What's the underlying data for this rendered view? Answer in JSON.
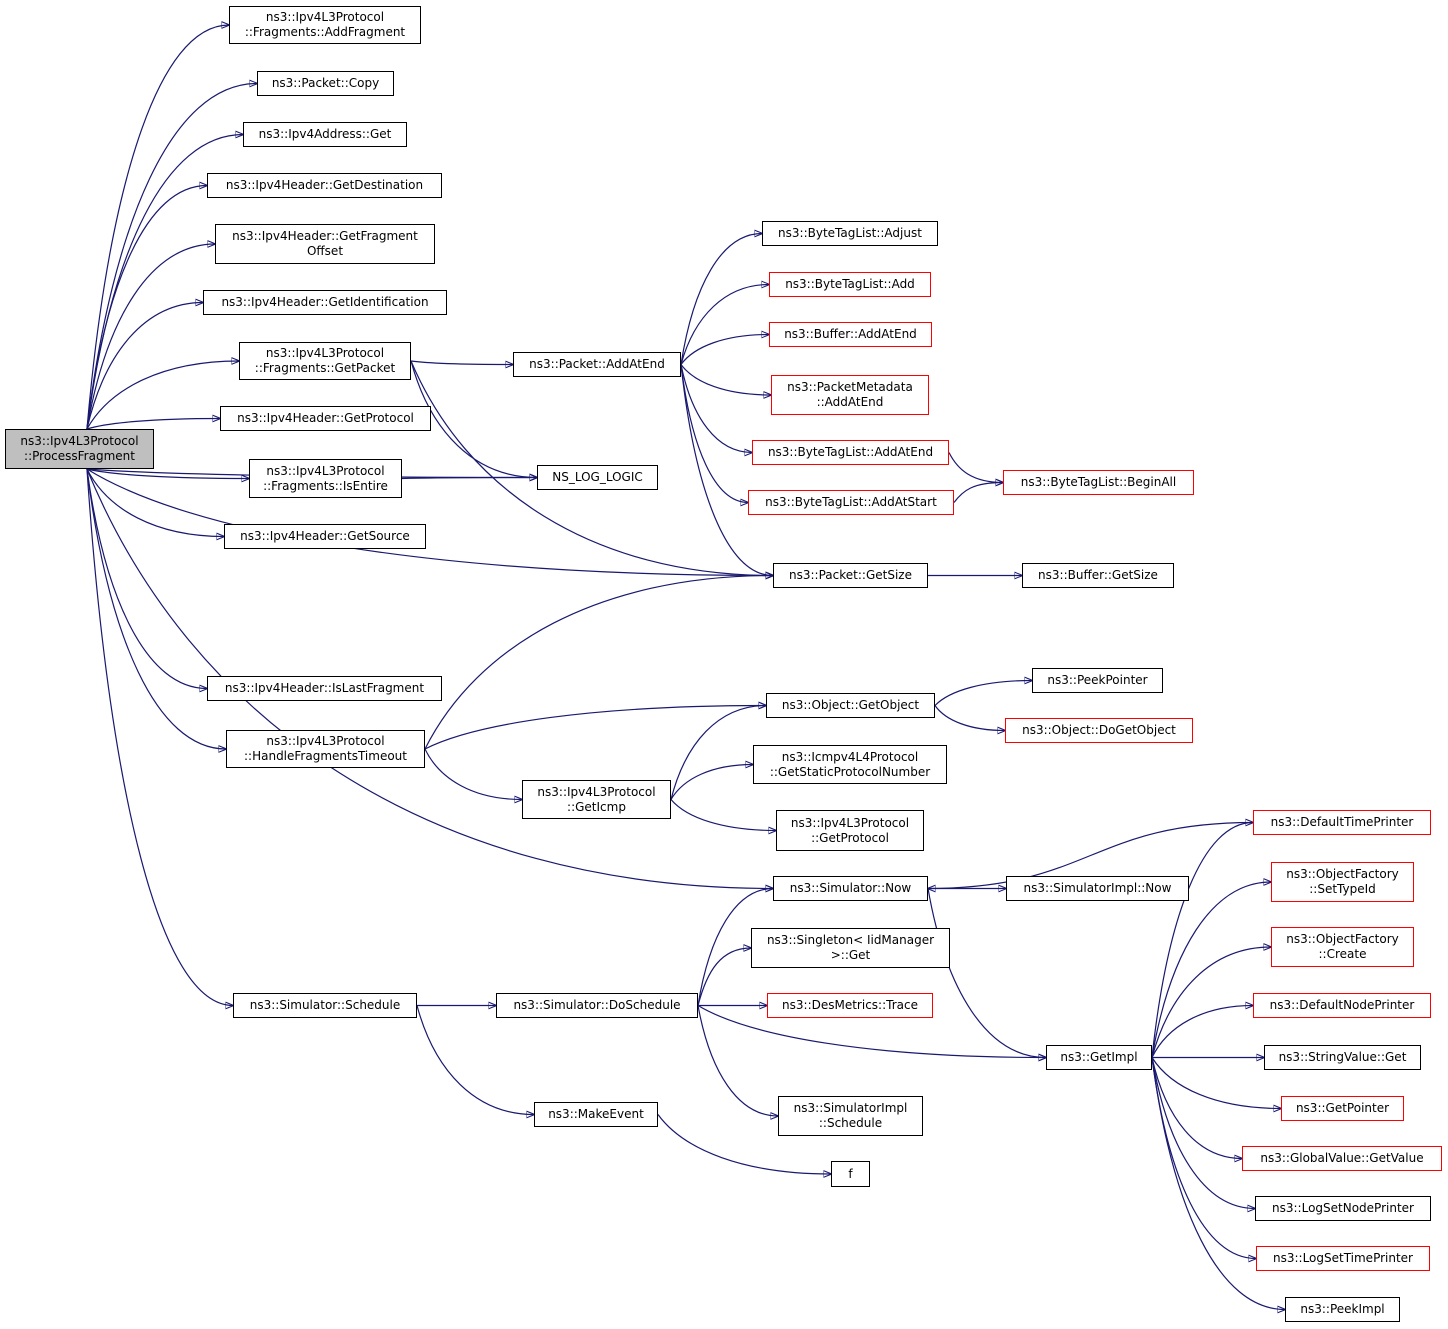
{
  "colors": {
    "edge": "#191970",
    "node_border": "#000000",
    "truncated_border": "#ff0000",
    "root_fill": "#bfbfbf"
  },
  "nodes": {
    "process_fragment": {
      "lines": [
        "ns3::Ipv4L3Protocol",
        "::ProcessFragment"
      ],
      "truncated": false,
      "root": true
    },
    "add_fragment": {
      "lines": [
        "ns3::Ipv4L3Protocol",
        "::Fragments::AddFragment"
      ],
      "truncated": false
    },
    "packet_copy": {
      "lines": [
        "ns3::Packet::Copy"
      ],
      "truncated": false
    },
    "ipv4address_get": {
      "lines": [
        "ns3::Ipv4Address::Get"
      ],
      "truncated": false
    },
    "get_destination": {
      "lines": [
        "ns3::Ipv4Header::GetDestination"
      ],
      "truncated": false
    },
    "get_fragment_offset": {
      "lines": [
        "ns3::Ipv4Header::GetFragment",
        "Offset"
      ],
      "truncated": false
    },
    "get_identification": {
      "lines": [
        "ns3::Ipv4Header::GetIdentification"
      ],
      "truncated": false
    },
    "fragments_get_packet": {
      "lines": [
        "ns3::Ipv4L3Protocol",
        "::Fragments::GetPacket"
      ],
      "truncated": false
    },
    "header_get_protocol": {
      "lines": [
        "ns3::Ipv4Header::GetProtocol"
      ],
      "truncated": false
    },
    "fragments_is_entire": {
      "lines": [
        "ns3::Ipv4L3Protocol",
        "::Fragments::IsEntire"
      ],
      "truncated": false
    },
    "get_source": {
      "lines": [
        "ns3::Ipv4Header::GetSource"
      ],
      "truncated": false
    },
    "is_last_fragment": {
      "lines": [
        "ns3::Ipv4Header::IsLastFragment"
      ],
      "truncated": false
    },
    "handle_fragments_timeout": {
      "lines": [
        "ns3::Ipv4L3Protocol",
        "::HandleFragmentsTimeout"
      ],
      "truncated": false
    },
    "simulator_schedule": {
      "lines": [
        "ns3::Simulator::Schedule"
      ],
      "truncated": false
    },
    "packet_add_at_end": {
      "lines": [
        "ns3::Packet::AddAtEnd"
      ],
      "truncated": false
    },
    "ns_log_logic": {
      "lines": [
        "NS_LOG_LOGIC"
      ],
      "truncated": false
    },
    "get_icmp": {
      "lines": [
        "ns3::Ipv4L3Protocol",
        "::GetIcmp"
      ],
      "truncated": false
    },
    "do_schedule": {
      "lines": [
        "ns3::Simulator::DoSchedule"
      ],
      "truncated": false
    },
    "make_event": {
      "lines": [
        "ns3::MakeEvent"
      ],
      "truncated": false
    },
    "bytetaglist_adjust": {
      "lines": [
        "ns3::ByteTagList::Adjust"
      ],
      "truncated": false
    },
    "bytetaglist_add": {
      "lines": [
        "ns3::ByteTagList::Add"
      ],
      "truncated": true
    },
    "buffer_add_at_end": {
      "lines": [
        "ns3::Buffer::AddAtEnd"
      ],
      "truncated": true
    },
    "packet_metadata_add_at_end": {
      "lines": [
        "ns3::PacketMetadata",
        "::AddAtEnd"
      ],
      "truncated": true
    },
    "bytetaglist_add_at_end": {
      "lines": [
        "ns3::ByteTagList::AddAtEnd"
      ],
      "truncated": true
    },
    "bytetaglist_add_at_start": {
      "lines": [
        "ns3::ByteTagList::AddAtStart"
      ],
      "truncated": true
    },
    "packet_get_size": {
      "lines": [
        "ns3::Packet::GetSize"
      ],
      "truncated": false
    },
    "object_get_object": {
      "lines": [
        "ns3::Object::GetObject"
      ],
      "truncated": false
    },
    "icmpv4_get_static_protocol_number": {
      "lines": [
        "ns3::Icmpv4L4Protocol",
        "::GetStaticProtocolNumber"
      ],
      "truncated": false
    },
    "l3protocol_get_protocol": {
      "lines": [
        "ns3::Ipv4L3Protocol",
        "::GetProtocol"
      ],
      "truncated": false
    },
    "simulator_now": {
      "lines": [
        "ns3::Simulator::Now"
      ],
      "truncated": false
    },
    "singleton_get": {
      "lines": [
        "ns3::Singleton< IidManager",
        " >::Get"
      ],
      "truncated": false
    },
    "desmetrics_trace": {
      "lines": [
        "ns3::DesMetrics::Trace"
      ],
      "truncated": true
    },
    "simulatorimpl_schedule": {
      "lines": [
        "ns3::SimulatorImpl",
        "::Schedule"
      ],
      "truncated": false
    },
    "f": {
      "lines": [
        "f"
      ],
      "truncated": false
    },
    "bytetaglist_begin_all": {
      "lines": [
        "ns3::ByteTagList::BeginAll"
      ],
      "truncated": true
    },
    "buffer_get_size": {
      "lines": [
        "ns3::Buffer::GetSize"
      ],
      "truncated": false
    },
    "peek_pointer": {
      "lines": [
        "ns3::PeekPointer"
      ],
      "truncated": false
    },
    "object_do_get_object": {
      "lines": [
        "ns3::Object::DoGetObject"
      ],
      "truncated": true
    },
    "simulatorimpl_now": {
      "lines": [
        "ns3::SimulatorImpl::Now"
      ],
      "truncated": false
    },
    "get_impl": {
      "lines": [
        "ns3::GetImpl"
      ],
      "truncated": false
    },
    "default_time_printer": {
      "lines": [
        "ns3::DefaultTimePrinter"
      ],
      "truncated": true
    },
    "objectfactory_set_type_id": {
      "lines": [
        "ns3::ObjectFactory",
        "::SetTypeId"
      ],
      "truncated": true
    },
    "objectfactory_create": {
      "lines": [
        "ns3::ObjectFactory",
        "::Create"
      ],
      "truncated": true
    },
    "default_node_printer": {
      "lines": [
        "ns3::DefaultNodePrinter"
      ],
      "truncated": true
    },
    "stringvalue_get": {
      "lines": [
        "ns3::StringValue::Get"
      ],
      "truncated": false
    },
    "get_pointer": {
      "lines": [
        "ns3::GetPointer"
      ],
      "truncated": true
    },
    "globalvalue_get_value": {
      "lines": [
        "ns3::GlobalValue::GetValue"
      ],
      "truncated": true
    },
    "log_set_node_printer": {
      "lines": [
        "ns3::LogSetNodePrinter"
      ],
      "truncated": false
    },
    "log_set_time_printer": {
      "lines": [
        "ns3::LogSetTimePrinter"
      ],
      "truncated": true
    },
    "peek_impl": {
      "lines": [
        "ns3::PeekImpl"
      ],
      "truncated": false
    }
  },
  "edges": [
    [
      "process_fragment",
      "add_fragment"
    ],
    [
      "process_fragment",
      "packet_copy"
    ],
    [
      "process_fragment",
      "ipv4address_get"
    ],
    [
      "process_fragment",
      "get_destination"
    ],
    [
      "process_fragment",
      "get_fragment_offset"
    ],
    [
      "process_fragment",
      "get_identification"
    ],
    [
      "process_fragment",
      "fragments_get_packet"
    ],
    [
      "process_fragment",
      "header_get_protocol"
    ],
    [
      "process_fragment",
      "fragments_is_entire"
    ],
    [
      "process_fragment",
      "get_source"
    ],
    [
      "process_fragment",
      "ns_log_logic"
    ],
    [
      "process_fragment",
      "packet_get_size"
    ],
    [
      "process_fragment",
      "is_last_fragment"
    ],
    [
      "process_fragment",
      "handle_fragments_timeout"
    ],
    [
      "process_fragment",
      "simulator_now"
    ],
    [
      "process_fragment",
      "simulator_schedule"
    ],
    [
      "fragments_get_packet",
      "packet_add_at_end"
    ],
    [
      "fragments_get_packet",
      "ns_log_logic"
    ],
    [
      "fragments_get_packet",
      "packet_get_size"
    ],
    [
      "fragments_is_entire",
      "ns_log_logic"
    ],
    [
      "packet_add_at_end",
      "bytetaglist_adjust"
    ],
    [
      "packet_add_at_end",
      "bytetaglist_add"
    ],
    [
      "packet_add_at_end",
      "buffer_add_at_end"
    ],
    [
      "packet_add_at_end",
      "packet_metadata_add_at_end"
    ],
    [
      "packet_add_at_end",
      "bytetaglist_add_at_end"
    ],
    [
      "packet_add_at_end",
      "bytetaglist_add_at_start"
    ],
    [
      "packet_add_at_end",
      "packet_get_size"
    ],
    [
      "bytetaglist_add_at_end",
      "bytetaglist_begin_all"
    ],
    [
      "bytetaglist_add_at_start",
      "bytetaglist_begin_all"
    ],
    [
      "packet_get_size",
      "buffer_get_size"
    ],
    [
      "handle_fragments_timeout",
      "packet_get_size"
    ],
    [
      "handle_fragments_timeout",
      "object_get_object"
    ],
    [
      "handle_fragments_timeout",
      "get_icmp"
    ],
    [
      "object_get_object",
      "peek_pointer"
    ],
    [
      "object_get_object",
      "object_do_get_object"
    ],
    [
      "get_icmp",
      "object_get_object"
    ],
    [
      "get_icmp",
      "icmpv4_get_static_protocol_number"
    ],
    [
      "get_icmp",
      "l3protocol_get_protocol"
    ],
    [
      "simulator_now",
      "simulatorimpl_now"
    ],
    [
      "simulator_now",
      "get_impl"
    ],
    [
      "default_time_printer",
      "simulator_now"
    ],
    [
      "simulator_schedule",
      "do_schedule"
    ],
    [
      "simulator_schedule",
      "make_event"
    ],
    [
      "do_schedule",
      "simulator_now"
    ],
    [
      "do_schedule",
      "singleton_get"
    ],
    [
      "do_schedule",
      "desmetrics_trace"
    ],
    [
      "do_schedule",
      "get_impl"
    ],
    [
      "do_schedule",
      "simulatorimpl_schedule"
    ],
    [
      "make_event",
      "f"
    ],
    [
      "get_impl",
      "default_time_printer"
    ],
    [
      "get_impl",
      "objectfactory_set_type_id"
    ],
    [
      "get_impl",
      "objectfactory_create"
    ],
    [
      "get_impl",
      "default_node_printer"
    ],
    [
      "get_impl",
      "stringvalue_get"
    ],
    [
      "get_impl",
      "get_pointer"
    ],
    [
      "get_impl",
      "globalvalue_get_value"
    ],
    [
      "get_impl",
      "log_set_node_printer"
    ],
    [
      "get_impl",
      "log_set_time_printer"
    ],
    [
      "get_impl",
      "peek_impl"
    ]
  ]
}
